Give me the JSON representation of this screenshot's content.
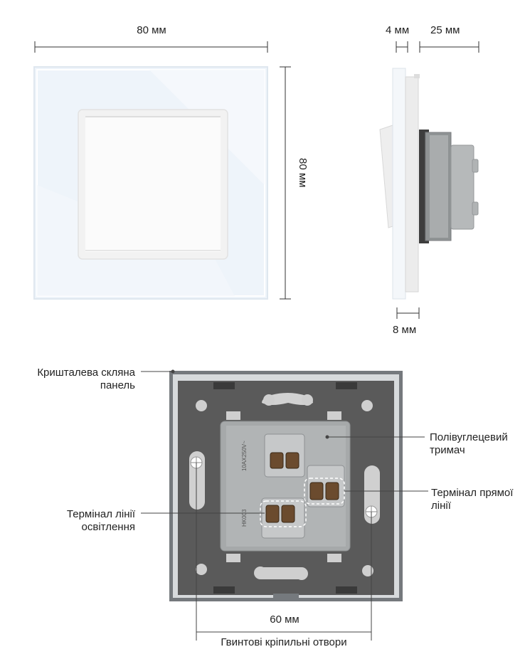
{
  "dimensions": {
    "front_width": "80 мм",
    "front_height": "80 мм",
    "side_glass": "4 мм",
    "side_depth": "25 мм",
    "side_frame": "8 мм",
    "screw_spacing": "60 мм"
  },
  "callouts": {
    "glass_panel": "Кришталева скляна\nпанель",
    "polycarbonate_holder": "Полівуглецевий\nтримач",
    "direct_line_terminal": "Термінал прямої\nлінії",
    "lighting_line_terminal": "Термінал лінії\nосвітлення",
    "screw_holes": "Гвинтові кріпильні отвори"
  },
  "module_markings": {
    "rating": "10AX250V~",
    "model": "HK003"
  },
  "colors": {
    "glass": "#eef4fa",
    "key": "#f7f7f7",
    "back_plate": "#5a5a5a",
    "frame_gray": "#6f7377",
    "module": "#a9acad",
    "dimension_line": "#333333"
  }
}
